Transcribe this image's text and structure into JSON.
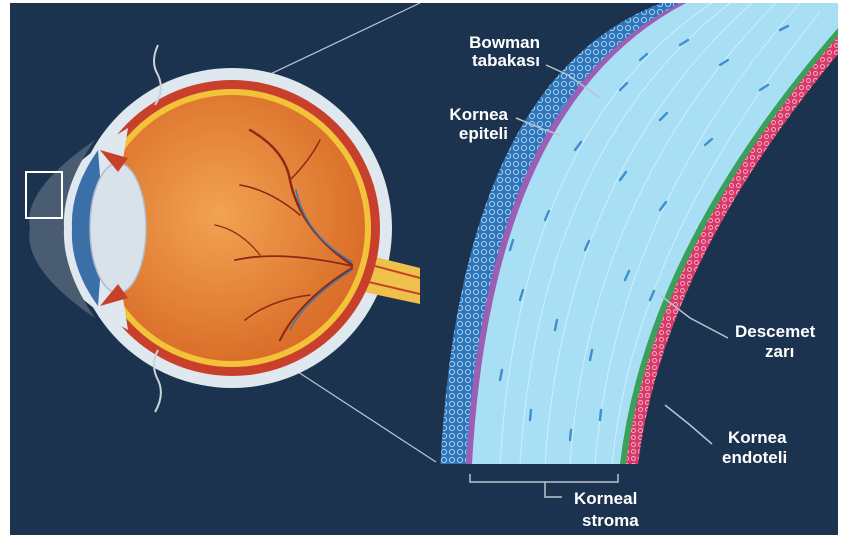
{
  "colors": {
    "background": "#1c3350",
    "sclera": "#dfe8ef",
    "choroid": "#c8402c",
    "retina_ring": "#f2c23a",
    "eye_interior": "#e88a3a",
    "vessels": "#8a2a14",
    "optic_nerve": "#f0c14a",
    "epithelium": "#2f74b8",
    "bowman_layer": "#9b5fb6",
    "stroma": "#a9dff5",
    "descemet": "#3aa05a",
    "endothelium": "#d83a6a",
    "leader_line": "#b9c4cf"
  },
  "labels": {
    "bowman_line1": "Bowman",
    "bowman_line2": "tabakası",
    "epithelium_line1": "Kornea",
    "epithelium_line2": "epiteli",
    "descemet_line1": "Descemet",
    "descemet_line2": "zarı",
    "endothelium_line1": "Kornea",
    "endothelium_line2": "endoteli",
    "stroma_line1": "Korneal",
    "stroma_line2": "stroma"
  }
}
